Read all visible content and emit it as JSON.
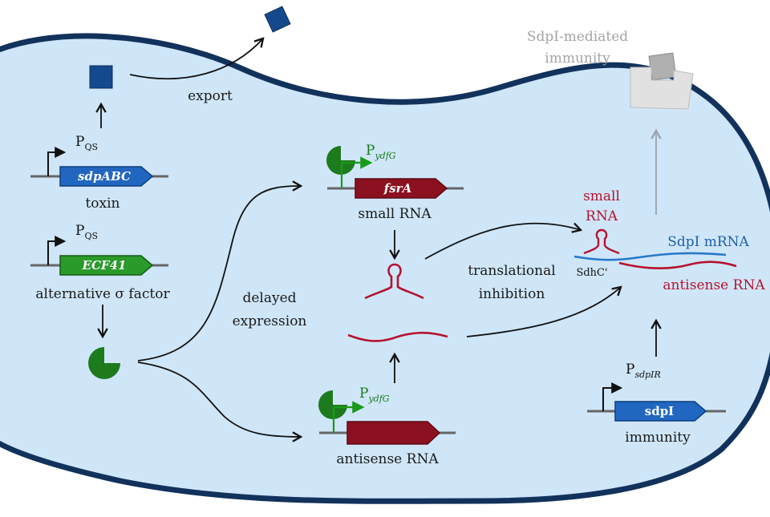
{
  "labels": {
    "export": "export",
    "immunity_title_line1": "SdpI-mediated",
    "immunity_title_line2": "immunity",
    "p_main": "P",
    "qs_sub": "QS",
    "ydfg_sub": "ydfG",
    "sdpir_sub": "sdpIR",
    "sdpABC": "sdpABC",
    "toxin": "toxin",
    "ECF41": "ECF41",
    "alt_sigma": "alternative σ factor",
    "delayed_line1": "delayed",
    "delayed_line2": "expression",
    "fsrA": "fsrA",
    "small_rna_gene": "small RNA",
    "antisense_gene": "antisense RNA",
    "transl_line1": "translational",
    "transl_line2": "inhibition",
    "small_rna_line1": "small",
    "small_rna_line2": "RNA",
    "sdhc": "SdhC'",
    "sdpi_mrna": "SdpI mRNA",
    "antisense_rna": "antisense RNA",
    "sdpI": "sdpI",
    "immunity": "immunity"
  },
  "colors": {
    "cell_fill": "#cfe6f8",
    "cell_border": "#12325c",
    "toxin_blue": "#15498d",
    "gene_blue": "#2166c0",
    "gene_green": "#2a9a2a",
    "sigma_green": "#1d7a1d",
    "rna_red": "#b5122e",
    "gene_red": "#8b1020",
    "mrna_blue": "#2878c8",
    "immunity_grey": "#a5a5a5"
  }
}
